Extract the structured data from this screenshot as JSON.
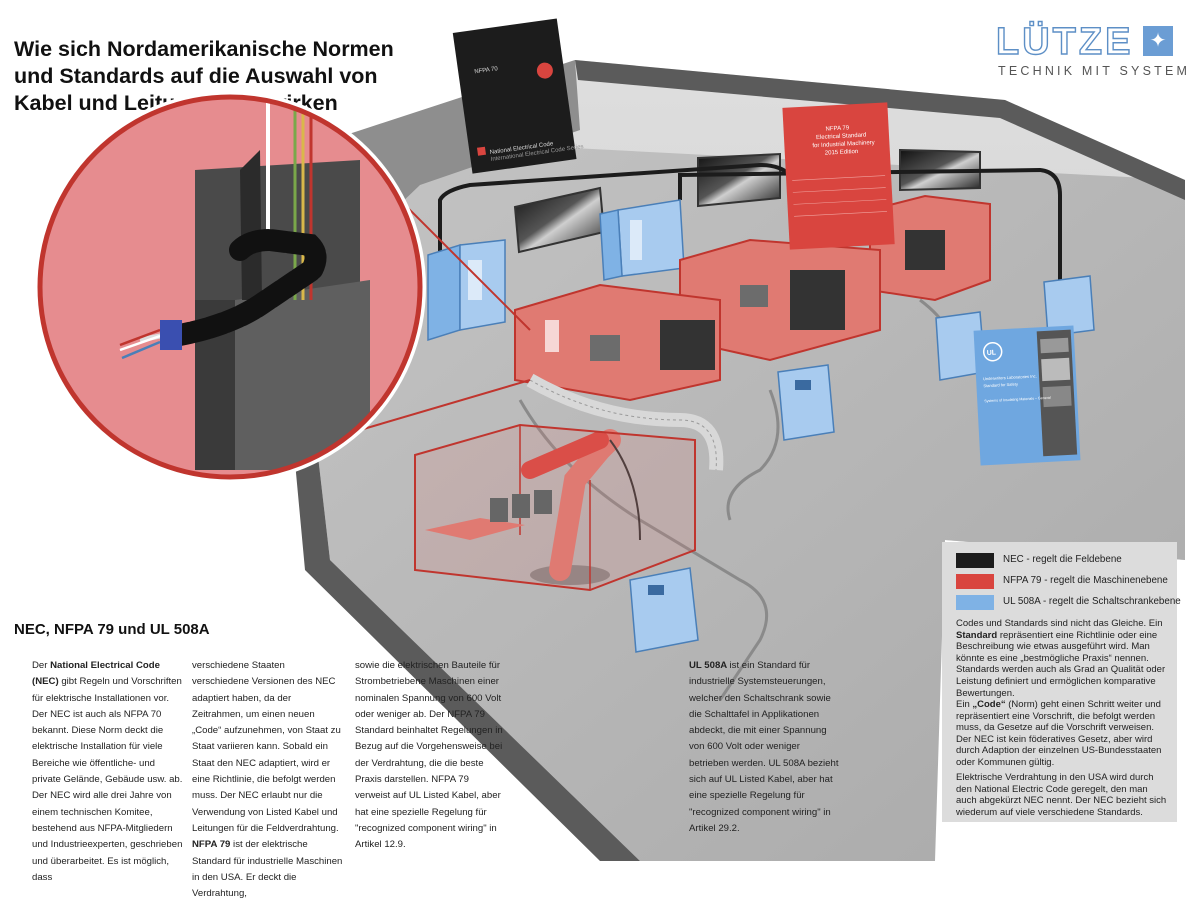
{
  "header": {
    "title_lines": [
      "Wie sich Nordamerikanische Normen",
      "und Standards auf die Auswahl von",
      "Kabel und Leitungen auswirken"
    ]
  },
  "logo": {
    "wordmark": "LÜTZE",
    "tagline": "TECHNIK MIT SYSTEM",
    "mark_icon": "star-arrow-icon"
  },
  "books": {
    "nec": {
      "spine": "NFPA 70",
      "caption_1": "National Electrical Code",
      "caption_2": "International Electrical Code Series"
    },
    "nfpa79": {
      "line1": "NFPA 79",
      "line2": "Electrical Standard",
      "line3": "for Industrial Machinery",
      "line4": "2015 Edition"
    },
    "ul508a": {
      "line1": "Underwriters Laboratories Inc.",
      "line2": "Standard for Safety",
      "line3": "Systems of Insulating Materials – General",
      "logo": "UL"
    }
  },
  "colors": {
    "nec": "#1c1c1c",
    "nfpa79": "#d9453f",
    "ul508a": "#7fb2e5",
    "floor": "#b7b7b7",
    "wall": "#d6d6d6",
    "zoom_bg": "#e68c8f"
  },
  "section": {
    "heading": "NEC, NFPA 79 und UL 508A"
  },
  "body": {
    "col1": {
      "p1_a": "Der ",
      "p1_b": "National Electrical Code (NEC)",
      "p1_c": " gibt Regeln und Vorschriften für elektrische Installationen vor. Der NEC ist auch als NFPA 70 bekannt. Diese Norm deckt die elektrische Installation für viele Bereiche wie öffentliche- und private Gelände, Gebäude usw. ab.",
      "p2": "Der NEC wird alle drei Jahre von einem technischen Komitee, bestehend aus NFPA-Mitgliedern und Industrieexperten, geschrieben und überarbeitet. Es ist möglich, dass"
    },
    "col2": {
      "p1": "verschiedene Staaten verschiedene Versionen des NEC adaptiert haben, da der Zeitrahmen, um einen neuen „Code“ aufzunehmen, von Staat zu Staat variieren kann. Sobald ein Staat den NEC adaptiert, wird er eine Richtlinie, die befolgt werden muss. Der NEC erlaubt nur die Verwendung von Listed Kabel und Leitungen für die Feldverdrahtung.",
      "p2_a": "NFPA 79",
      "p2_b": " ist der elektrische Standard für industrielle Maschinen in den USA. Er deckt die Verdrahtung,"
    },
    "col3": {
      "p1": "sowie die elektrischen Bauteile für Strombetriebene Maschinen einer nominalen Spannung von 600 Volt oder weniger ab. Der NFPA 79 Standard beinhaltet Regelungen in Bezug auf die Vorgehensweise bei der Verdrahtung, die die beste Praxis darstellen. NFPA 79 verweist auf UL Listed Kabel, aber hat eine spezielle Regelung für \"recognized component wiring\" in Artikel 12.9."
    },
    "col4": {
      "p1_a": "UL 508A ",
      "p1_b": "ist ein Standard für industrielle Systemsteuerungen, welcher den Schaltschrank sowie die Schalttafel in Applikationen abdeckt, die mit einer Spannung von 600 Volt oder weniger betrieben werden. UL 508A bezieht sich auf  UL Listed Kabel, aber hat eine spezielle Regelung für \"recognized component wiring\" in Artikel 29.2."
    }
  },
  "legend": {
    "items": [
      {
        "label": "NEC - regelt die Feldebene"
      },
      {
        "label": "NFPA 79 - regelt die Maschinenebene"
      },
      {
        "label": "UL 508A - regelt die Schaltschrankebene"
      }
    ],
    "p1_a": "Codes und Standards sind nicht das Gleiche. Ein ",
    "p1_b": "Standard",
    "p1_c": " repräsentiert eine Richtlinie oder eine Beschreibung wie etwas ausgeführt wird. Man könnte es eine „bestmögliche Praxis“ nennen. Standards werden auch als Grad an Qualität oder Leistung definiert und ermöglichen komparative Bewertungen.",
    "p2_a": "Ein ",
    "p2_b": "„Code“",
    "p2_c": " (Norm) geht einen Schritt weiter und repräsentiert eine Vorschrift, die befolgt werden muss, da Gesetze auf die Vorschrift verweisen. Der NEC ist kein föderatives Gesetz, aber wird durch Adaption der einzelnen US-Bundesstaaten oder Kommunen gültig.",
    "p3": "Elektrische Verdrahtung in den USA wird durch den National Electric Code geregelt, den man auch abgekürzt NEC nennt. Der NEC bezieht sich wiederum auf viele verschiedene Standards."
  }
}
